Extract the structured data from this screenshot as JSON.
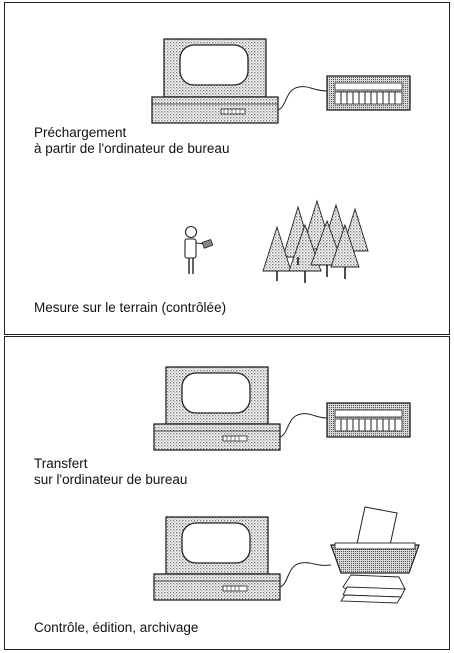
{
  "panels": {
    "top": {
      "preload_title": "Préchargement",
      "preload_subtitle": "à partir de l'ordinateur de bureau",
      "field_caption": "Mesure sur le terrain (contrôlée)"
    },
    "bottom": {
      "transfer_title": "Transfert",
      "transfer_subtitle": "sur l'ordinateur de bureau",
      "control_caption": "Contrôle, édition, archivage"
    }
  },
  "colors": {
    "line": "#222222",
    "hatch": "#9a9a9a",
    "paper": "#ffffff"
  },
  "icons": [
    "desktop-computer-icon",
    "data-logger-icon",
    "person-measuring-icon",
    "forest-trees-icon",
    "printer-icon"
  ]
}
